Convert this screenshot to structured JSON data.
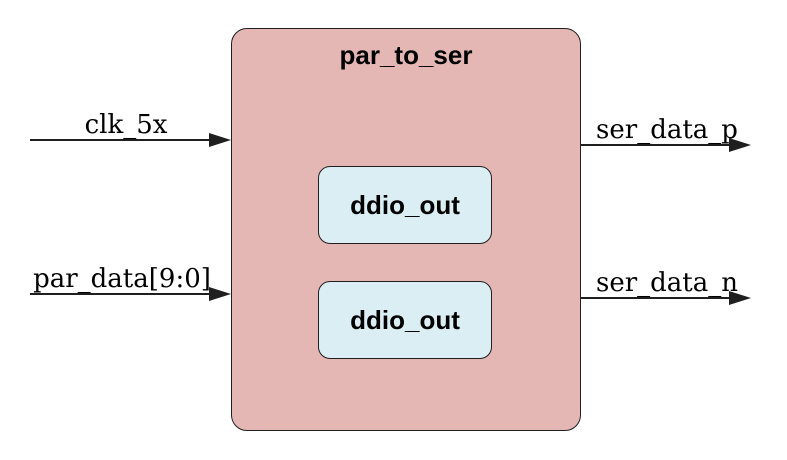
{
  "diagram": {
    "background": "#FFFFFF",
    "line_color": "#1F1F1F",
    "block": {
      "label": "par_to_ser",
      "fill": "#E4B7B5",
      "border": "#1F1F1F"
    },
    "sub_blocks": [
      {
        "label": "ddio_out",
        "fill": "#DAEEF3",
        "border": "#1F1F1F"
      },
      {
        "label": "ddio_out",
        "fill": "#DAEEF3",
        "border": "#1F1F1F"
      }
    ],
    "inputs": [
      {
        "label": "clk_5x"
      },
      {
        "label": "par_data[9:0]"
      }
    ],
    "outputs": [
      {
        "label": "ser_data_p"
      },
      {
        "label": "ser_data_n"
      }
    ]
  }
}
